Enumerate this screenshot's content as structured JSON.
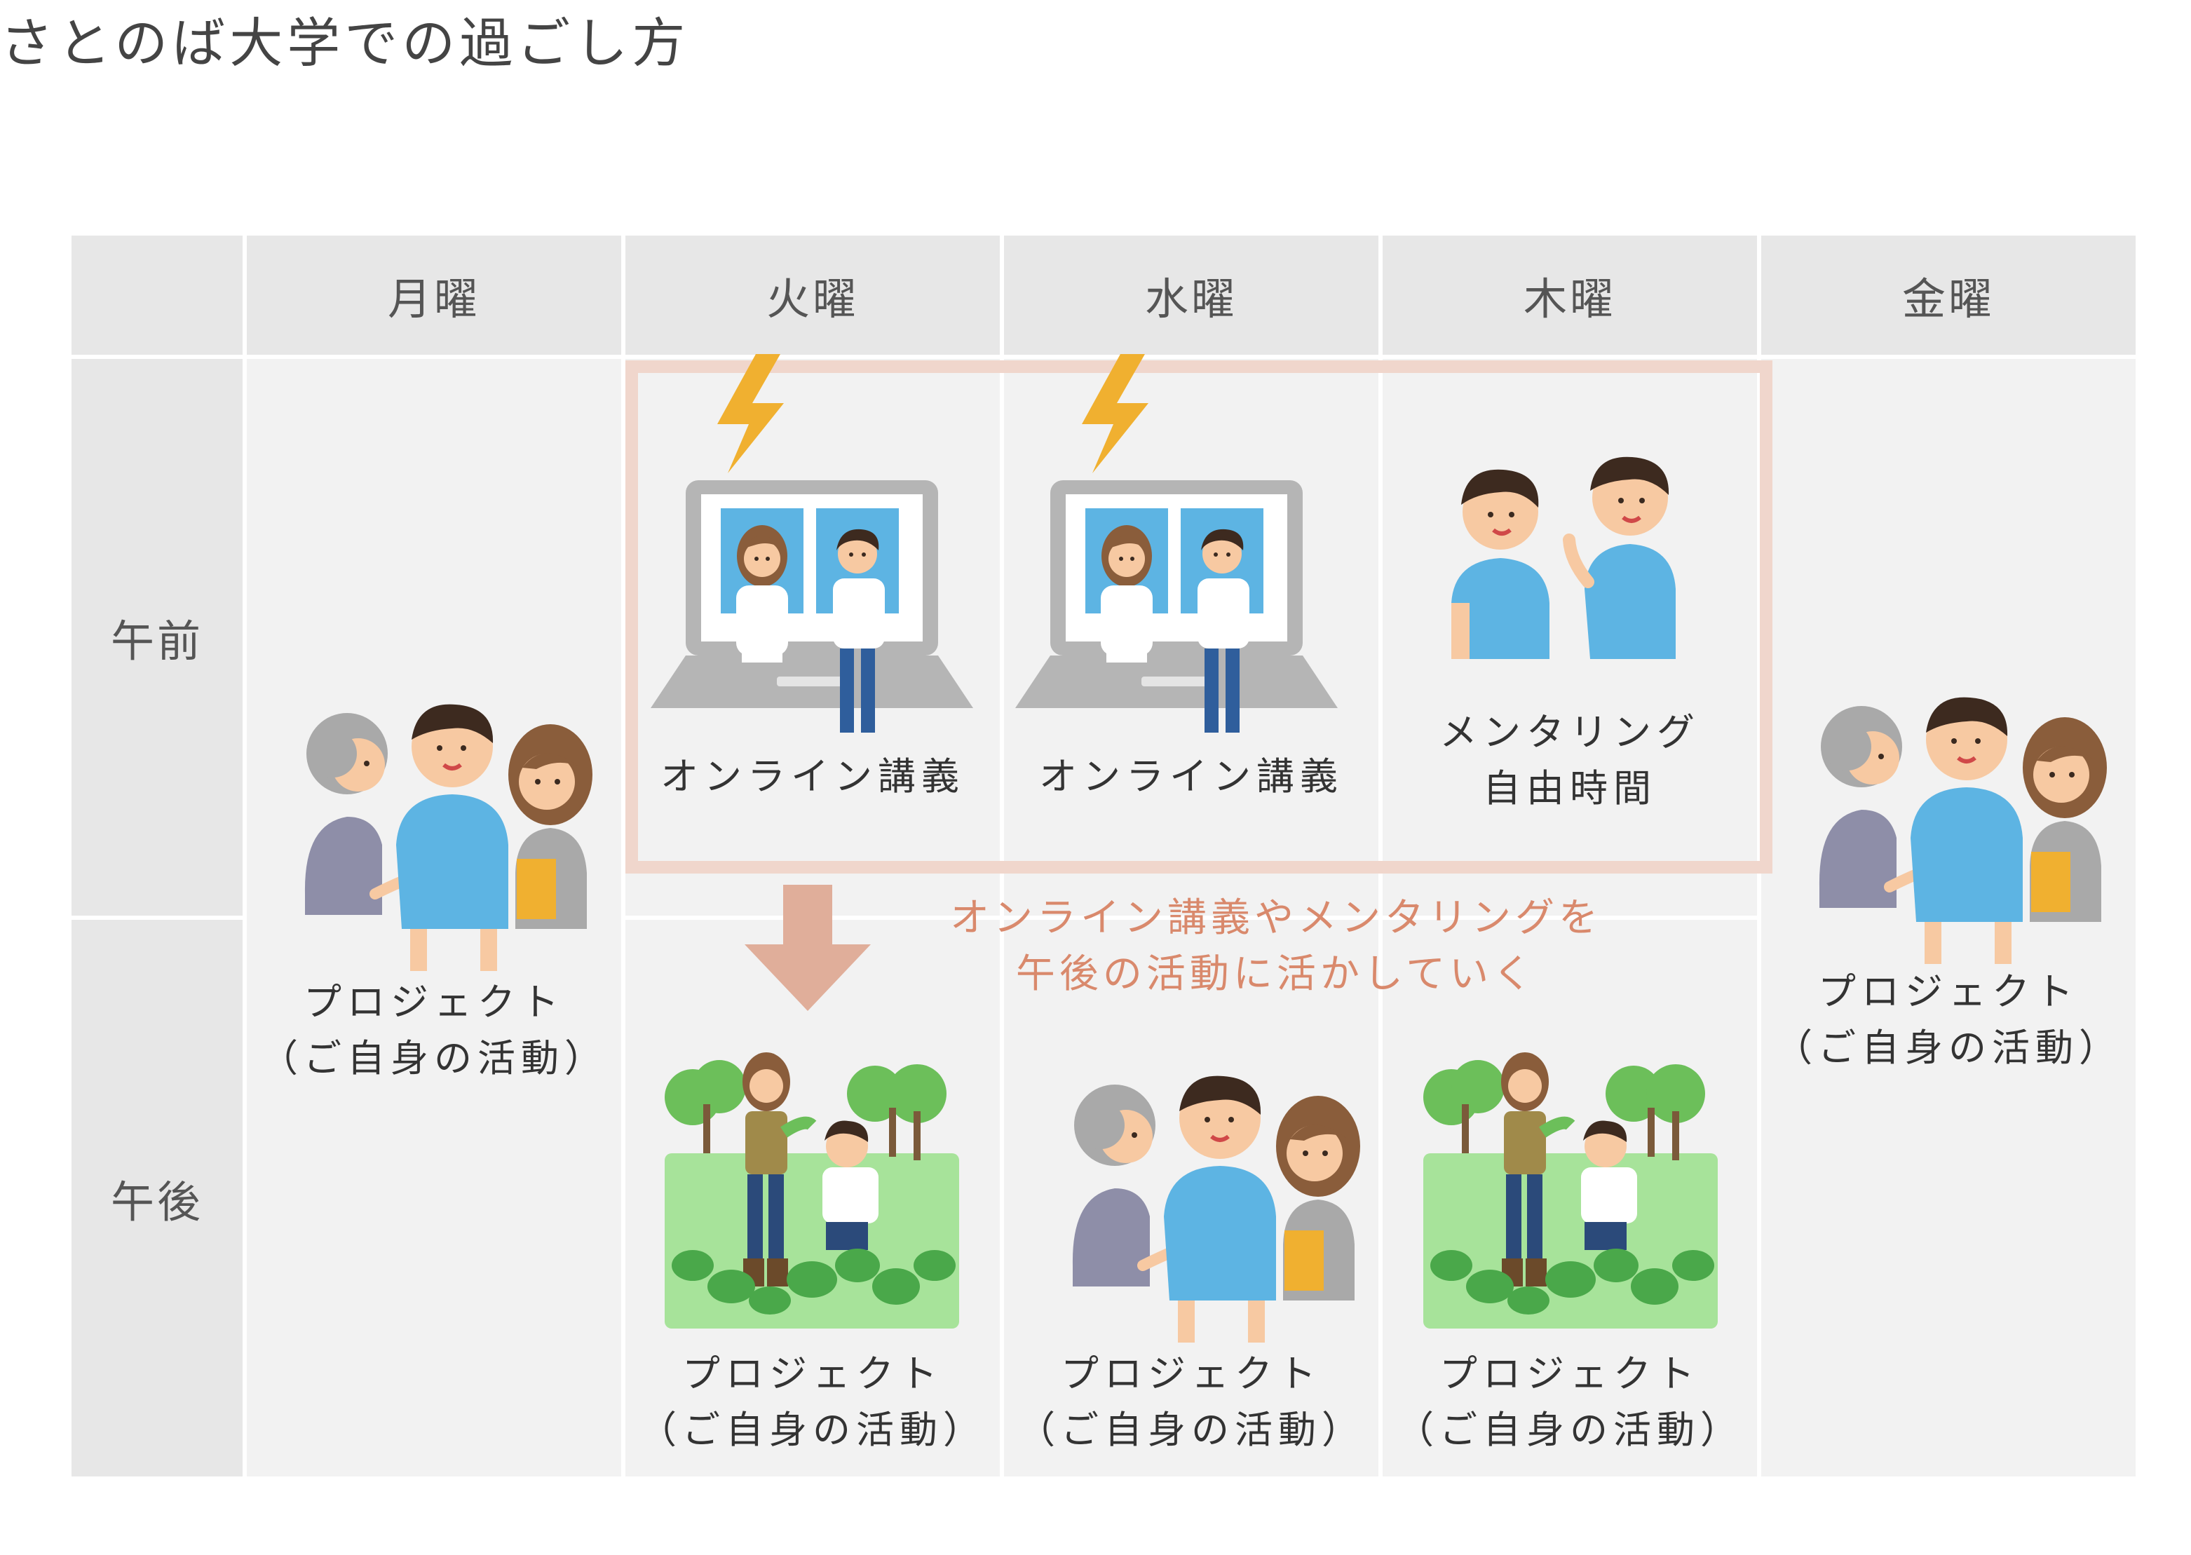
{
  "title": "さとのば大学での過ごし方",
  "days": [
    "月曜",
    "火曜",
    "水曜",
    "木曜",
    "金曜"
  ],
  "periods": [
    "午前",
    "午後"
  ],
  "activities": {
    "online_lecture": "オンライン講義",
    "mentoring_line1": "メンタリング",
    "mentoring_line2": "自由時間",
    "project_line1": "プロジェクト",
    "project_line2": "（ご自身の活動）"
  },
  "note": {
    "line1": "オンライン講義やメンタリングを",
    "line2": "午後の活動に活かしていく"
  },
  "colors": {
    "header_bg": "#e7e7e7",
    "cell_bg": "#f2f2f2",
    "highlight_border": "#f0d6cc",
    "note_text": "#d9896c",
    "arrow": "#e0ae9a",
    "lightning": "#f0b030",
    "shirt_blue": "#5db4e3",
    "field_green": "#a7e39a"
  }
}
